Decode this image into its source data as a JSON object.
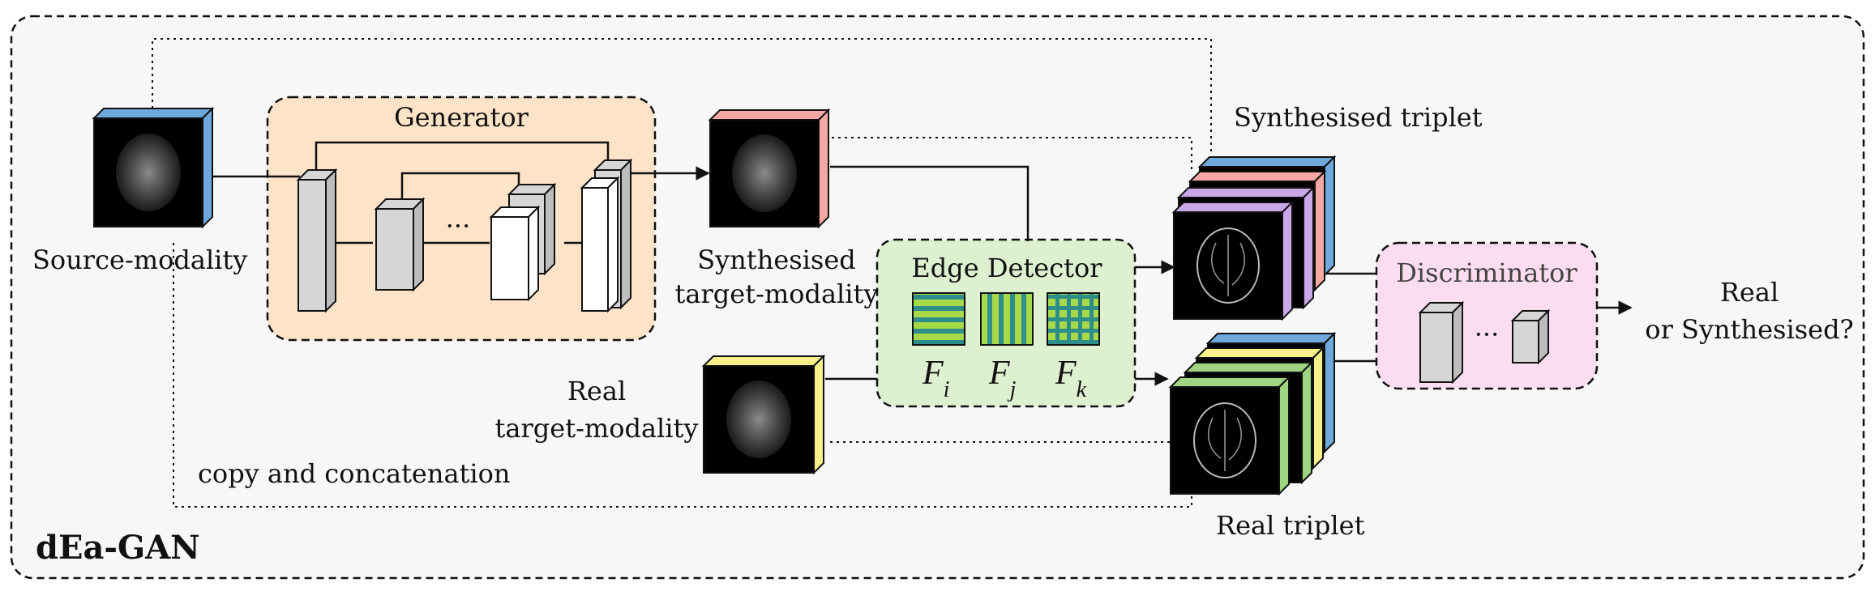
{
  "framework_label": "dEa-GAN",
  "source_label": "Source-modality",
  "generator_label": "Generator",
  "generator_ellipsis": "···",
  "synth_target_label": [
    "Synthesised",
    "target-modality"
  ],
  "real_target_label": [
    "Real",
    "target-modality"
  ],
  "copy_label": "copy and concatenation",
  "edge_detector_label": "Edge Detector",
  "filters": [
    {
      "base": "F",
      "sub": "i"
    },
    {
      "base": "F",
      "sub": "j"
    },
    {
      "base": "F",
      "sub": "k"
    }
  ],
  "synth_triplet_label": "Synthesised triplet",
  "real_triplet_label": "Real triplet",
  "discriminator_label": "Discriminator",
  "discriminator_ellipsis": "···",
  "output_label": [
    "Real",
    "or Synthesised?"
  ],
  "colors": {
    "source": "#6fa8dc",
    "synthesised": "#f4a7a3",
    "real": "#f7f08b",
    "edge_synth": "#c9a8ea",
    "edge_real": "#9fd582",
    "generator_bg": "#fde3c8",
    "edge_bg": "#ddf0cf",
    "disc_bg": "#fbdcf1",
    "filter_a": "#2e8f8a",
    "filter_b": "#a8d948"
  }
}
